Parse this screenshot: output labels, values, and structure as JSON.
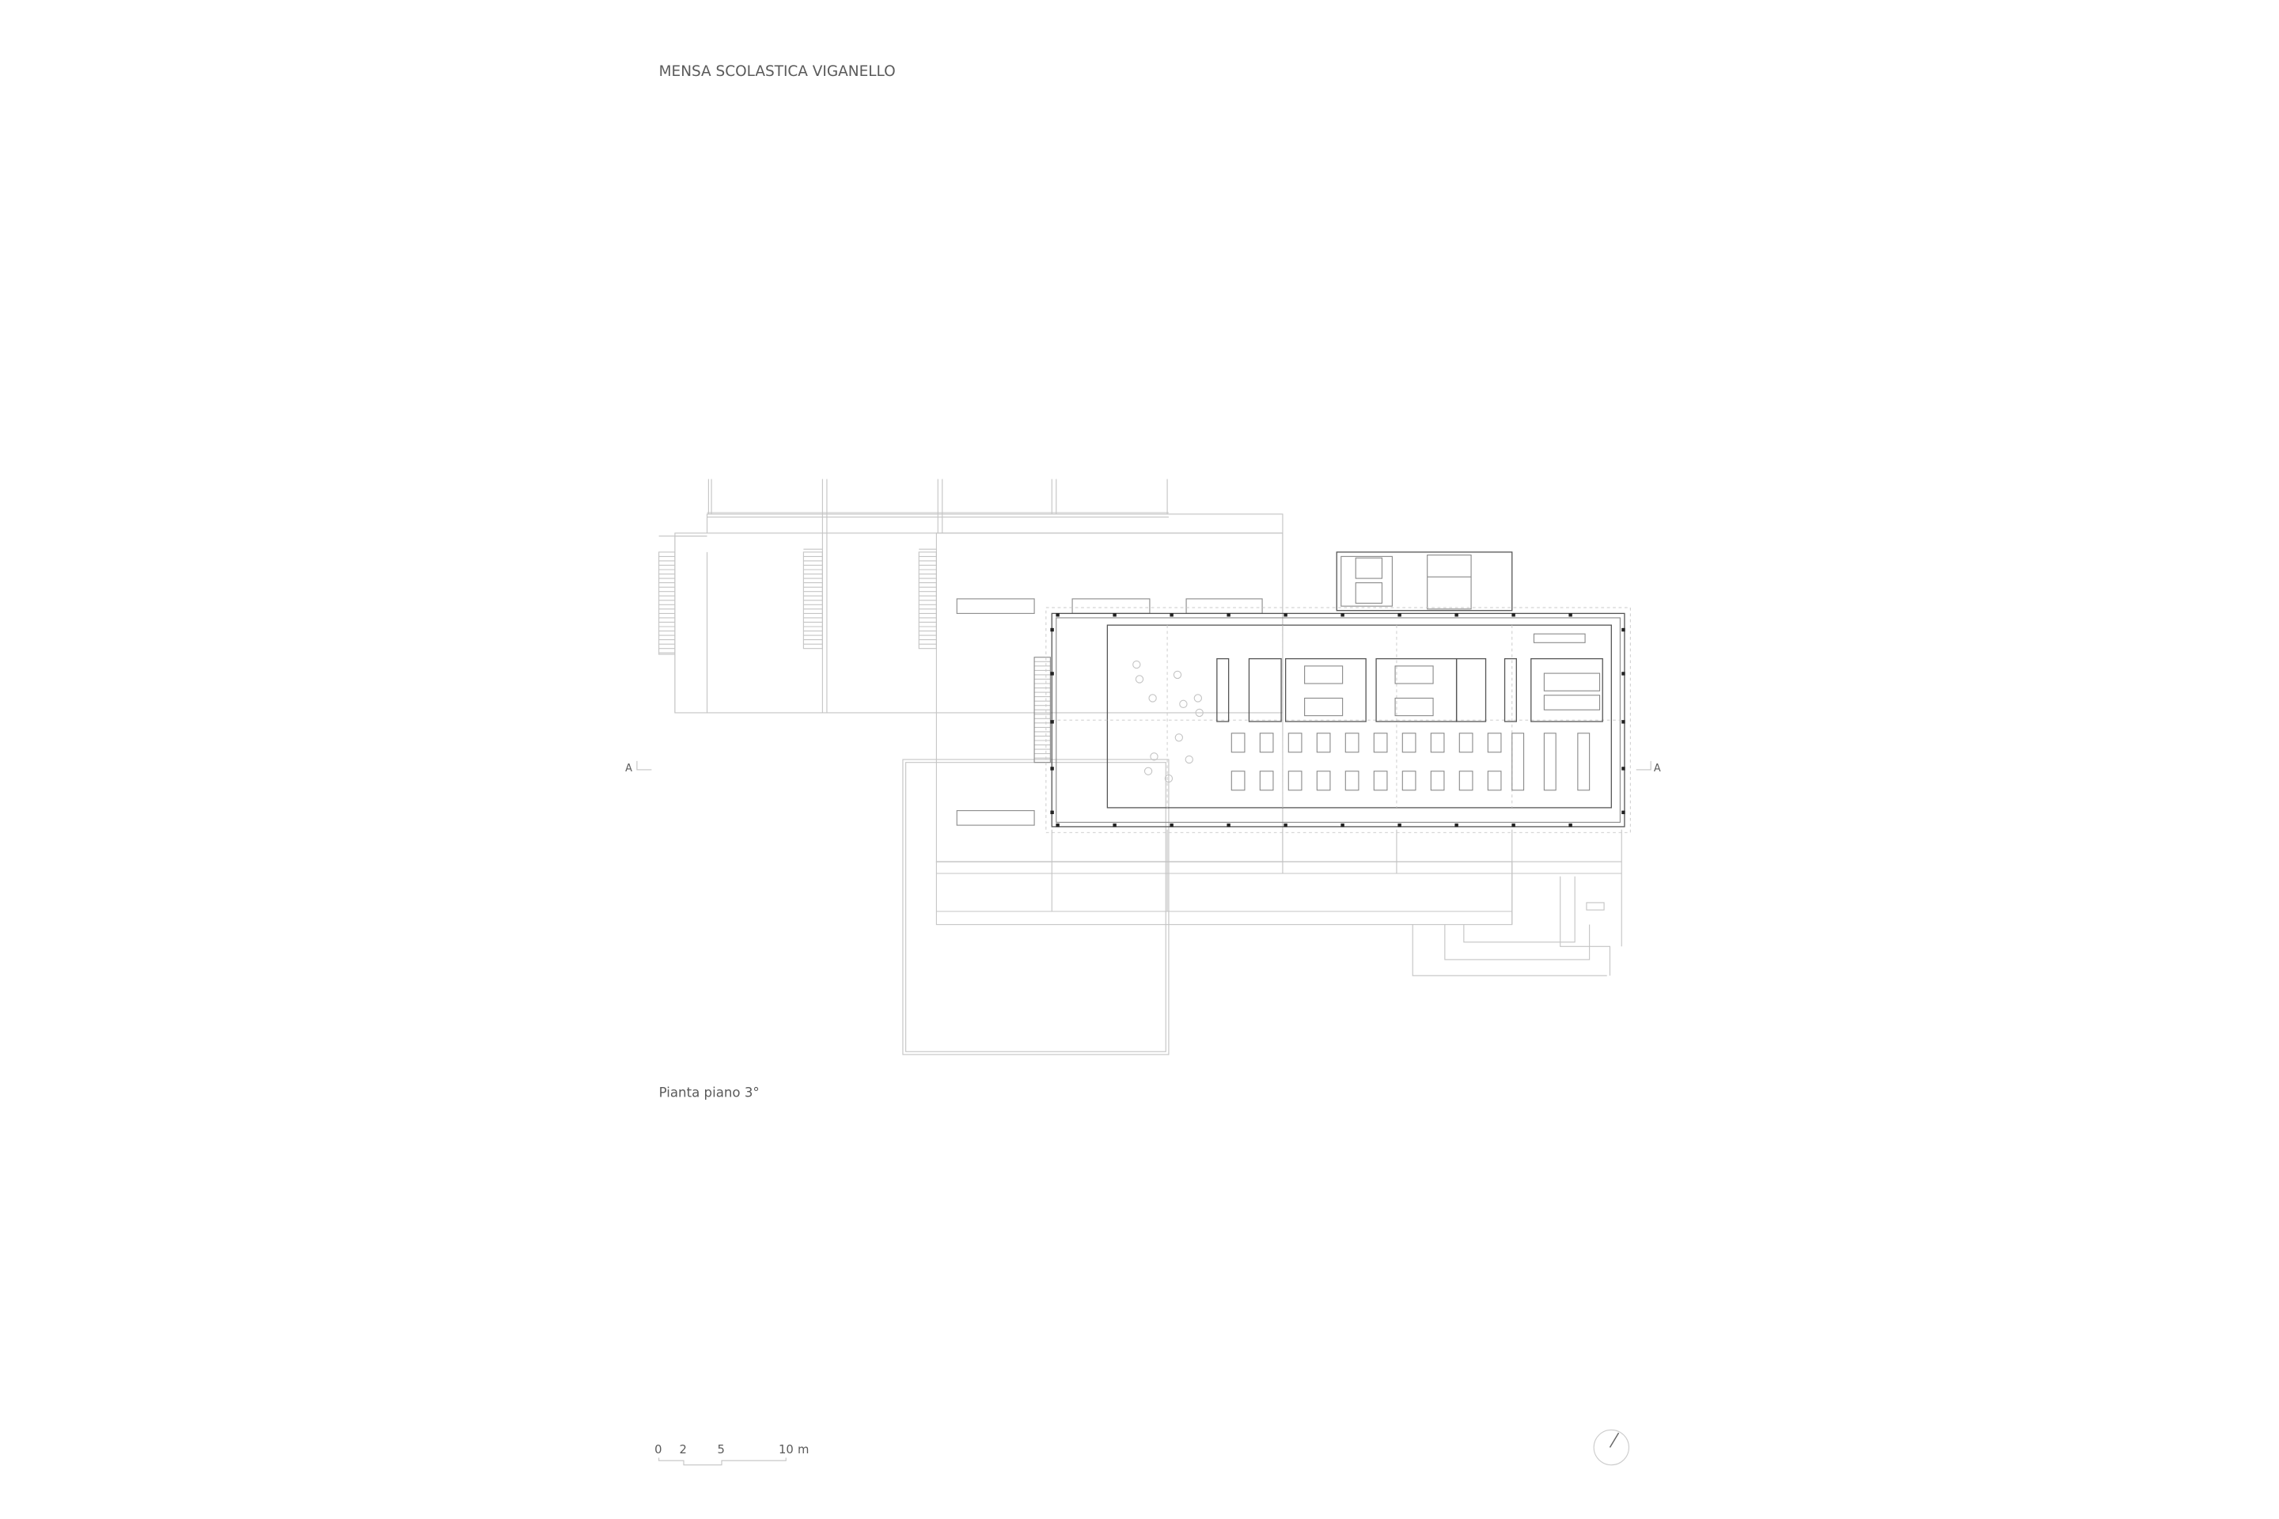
{
  "sheet": {
    "title": "MENSA SCOLASTICA VIGANELLO",
    "caption": "Pianta piano 3°"
  },
  "section_marks": {
    "left": "A",
    "right": "A"
  },
  "scale_bar": {
    "ticks": [
      "0",
      "2",
      "5",
      "10"
    ],
    "unit": "m"
  },
  "north_arrow": {
    "icon": "north-arrow-icon"
  },
  "colors": {
    "linework": "#c4c4c4",
    "text": "#5a5a5a",
    "walls": "#555555"
  }
}
